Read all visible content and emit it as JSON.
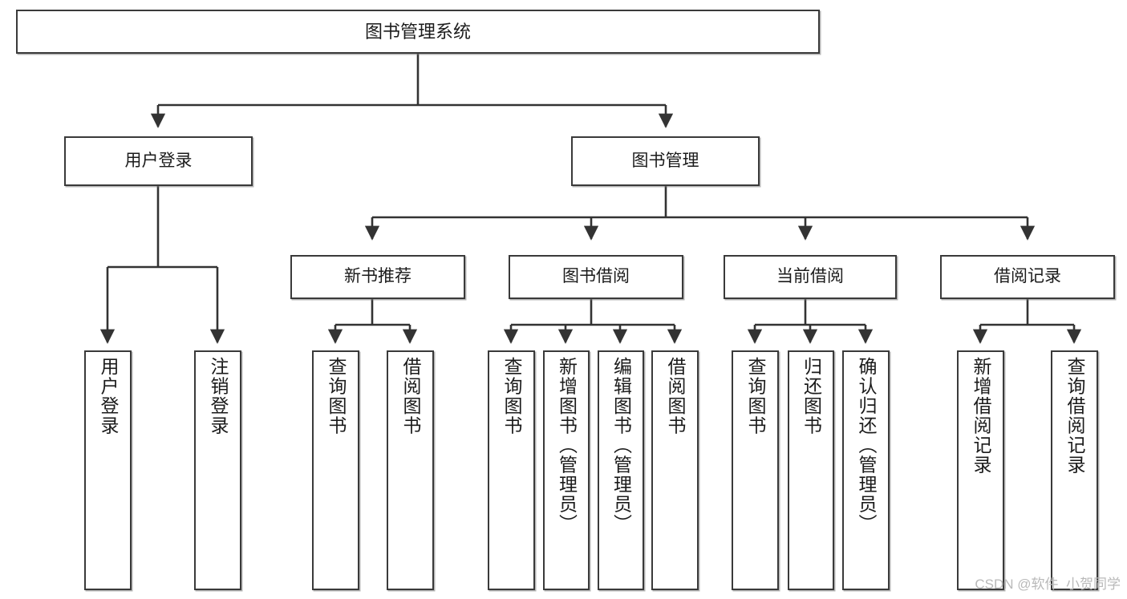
{
  "diagram": {
    "title": "图书管理系统",
    "type": "hierarchy-tree",
    "watermark": "CSDN @软件_小贺同学",
    "colors": {
      "box_border": "#3a3a3a",
      "box_fill": "#ffffff",
      "connector": "#333333",
      "text": "#1b1b1b",
      "watermark": "#b9b9b9"
    },
    "nodes": {
      "root": {
        "label": "图书管理系统"
      },
      "level2": [
        {
          "label": "用户登录"
        },
        {
          "label": "图书管理"
        }
      ],
      "level3": [
        {
          "label": "新书推荐"
        },
        {
          "label": "图书借阅"
        },
        {
          "label": "当前借阅"
        },
        {
          "label": "借阅记录"
        }
      ],
      "leaves_user_login": [
        {
          "label": "用户登录"
        },
        {
          "label": "注销登录"
        }
      ],
      "leaves_new_book": [
        {
          "label": "查询图书"
        },
        {
          "label": "借阅图书"
        }
      ],
      "leaves_borrow": [
        {
          "label": "查询图书"
        },
        {
          "label": "新增图书（管理员）"
        },
        {
          "label": "编辑图书（管理员）"
        },
        {
          "label": "借阅图书"
        }
      ],
      "leaves_current": [
        {
          "label": "查询图书"
        },
        {
          "label": "归还图书"
        },
        {
          "label": "确认归还（管理员）"
        }
      ],
      "leaves_records": [
        {
          "label": "新增借阅记录"
        },
        {
          "label": "查询借阅记录"
        }
      ]
    }
  }
}
